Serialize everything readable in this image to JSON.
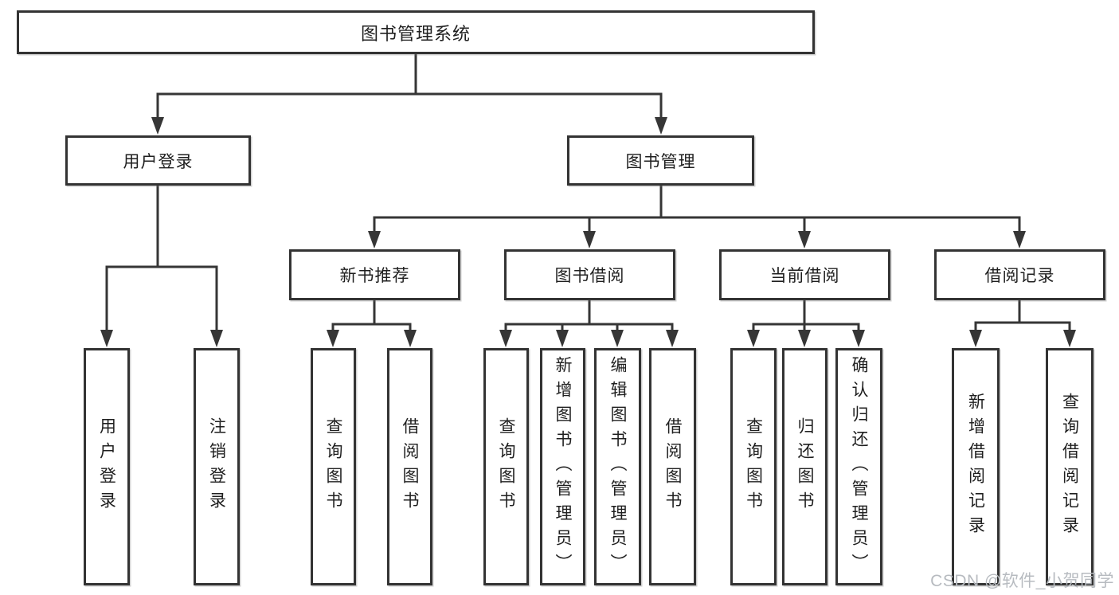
{
  "diagram": {
    "title_hint": "library-management-system-function-structure",
    "root": "图书管理系统",
    "branches": {
      "user_login": "用户登录",
      "book_management": "图书管理"
    },
    "modules": {
      "new_book_recommend": "新书推荐",
      "book_borrow": "图书借阅",
      "current_borrow": "当前借阅",
      "borrow_records": "借阅记录"
    },
    "leaves": {
      "user_login": "用户登录",
      "logout": "注销登录",
      "recommend_query_books": "查询图书",
      "recommend_borrow_books": "借阅图书",
      "borrow_query_books": "查询图书",
      "borrow_add_books": "新增图书（管理员）",
      "borrow_edit_books": "编辑图书（管理员）",
      "borrow_borrow_books": "借阅图书",
      "current_query_books": "查询图书",
      "current_return_books": "归还图书",
      "current_confirm_return": "确认归还（管理员）",
      "records_add_record": "新增借阅记录",
      "records_query_record": "查询借阅记录"
    }
  },
  "watermark": "CSDN @软件_小贺同学",
  "colors": {
    "line": "#363636",
    "box_border": "#333333",
    "text": "#1f1f1f",
    "watermark": "#b7bbc0",
    "background": "#ffffff"
  }
}
